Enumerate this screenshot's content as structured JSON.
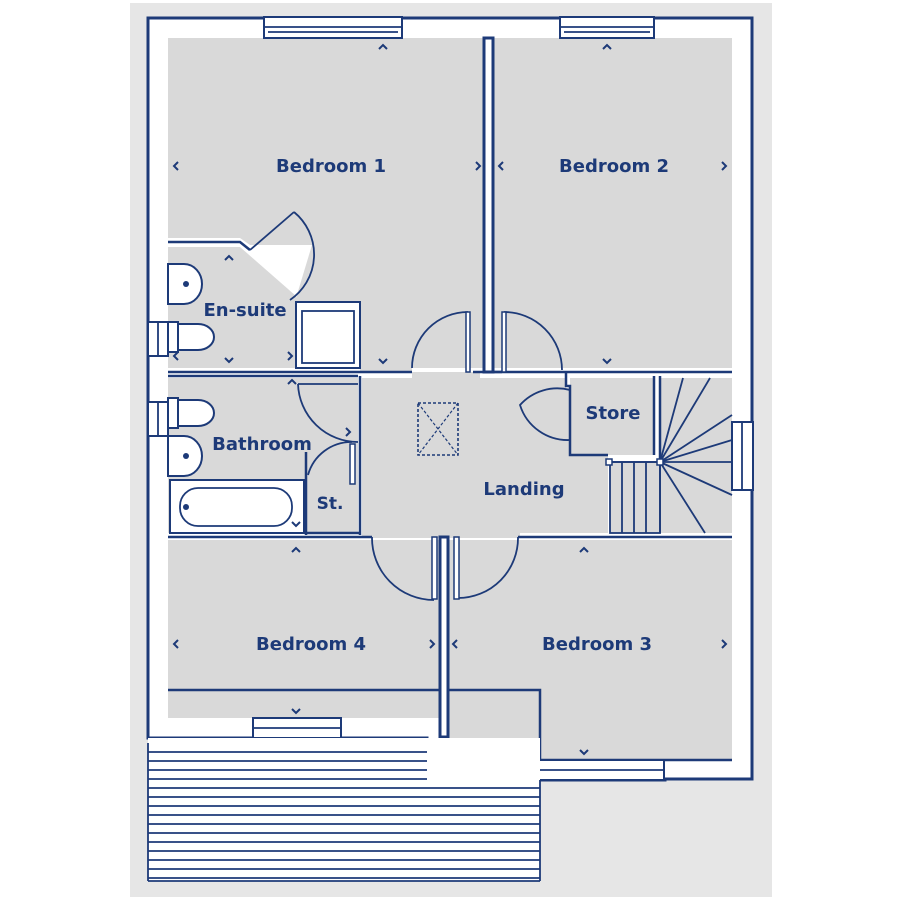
{
  "floorplan": {
    "rooms": {
      "bedroom_1": "Bedroom 1",
      "bedroom_2": "Bedroom 2",
      "bedroom_3": "Bedroom 3",
      "bedroom_4": "Bedroom 4",
      "en_suite": "En-suite",
      "bathroom": "Bathroom",
      "store": "Store",
      "storage_cupboard": "St.",
      "landing": "Landing"
    },
    "colors": {
      "line": "#1d3a78",
      "floor": "#d9d9d9",
      "wall_fill": "#ffffff",
      "background": "#e6e6e6"
    }
  }
}
